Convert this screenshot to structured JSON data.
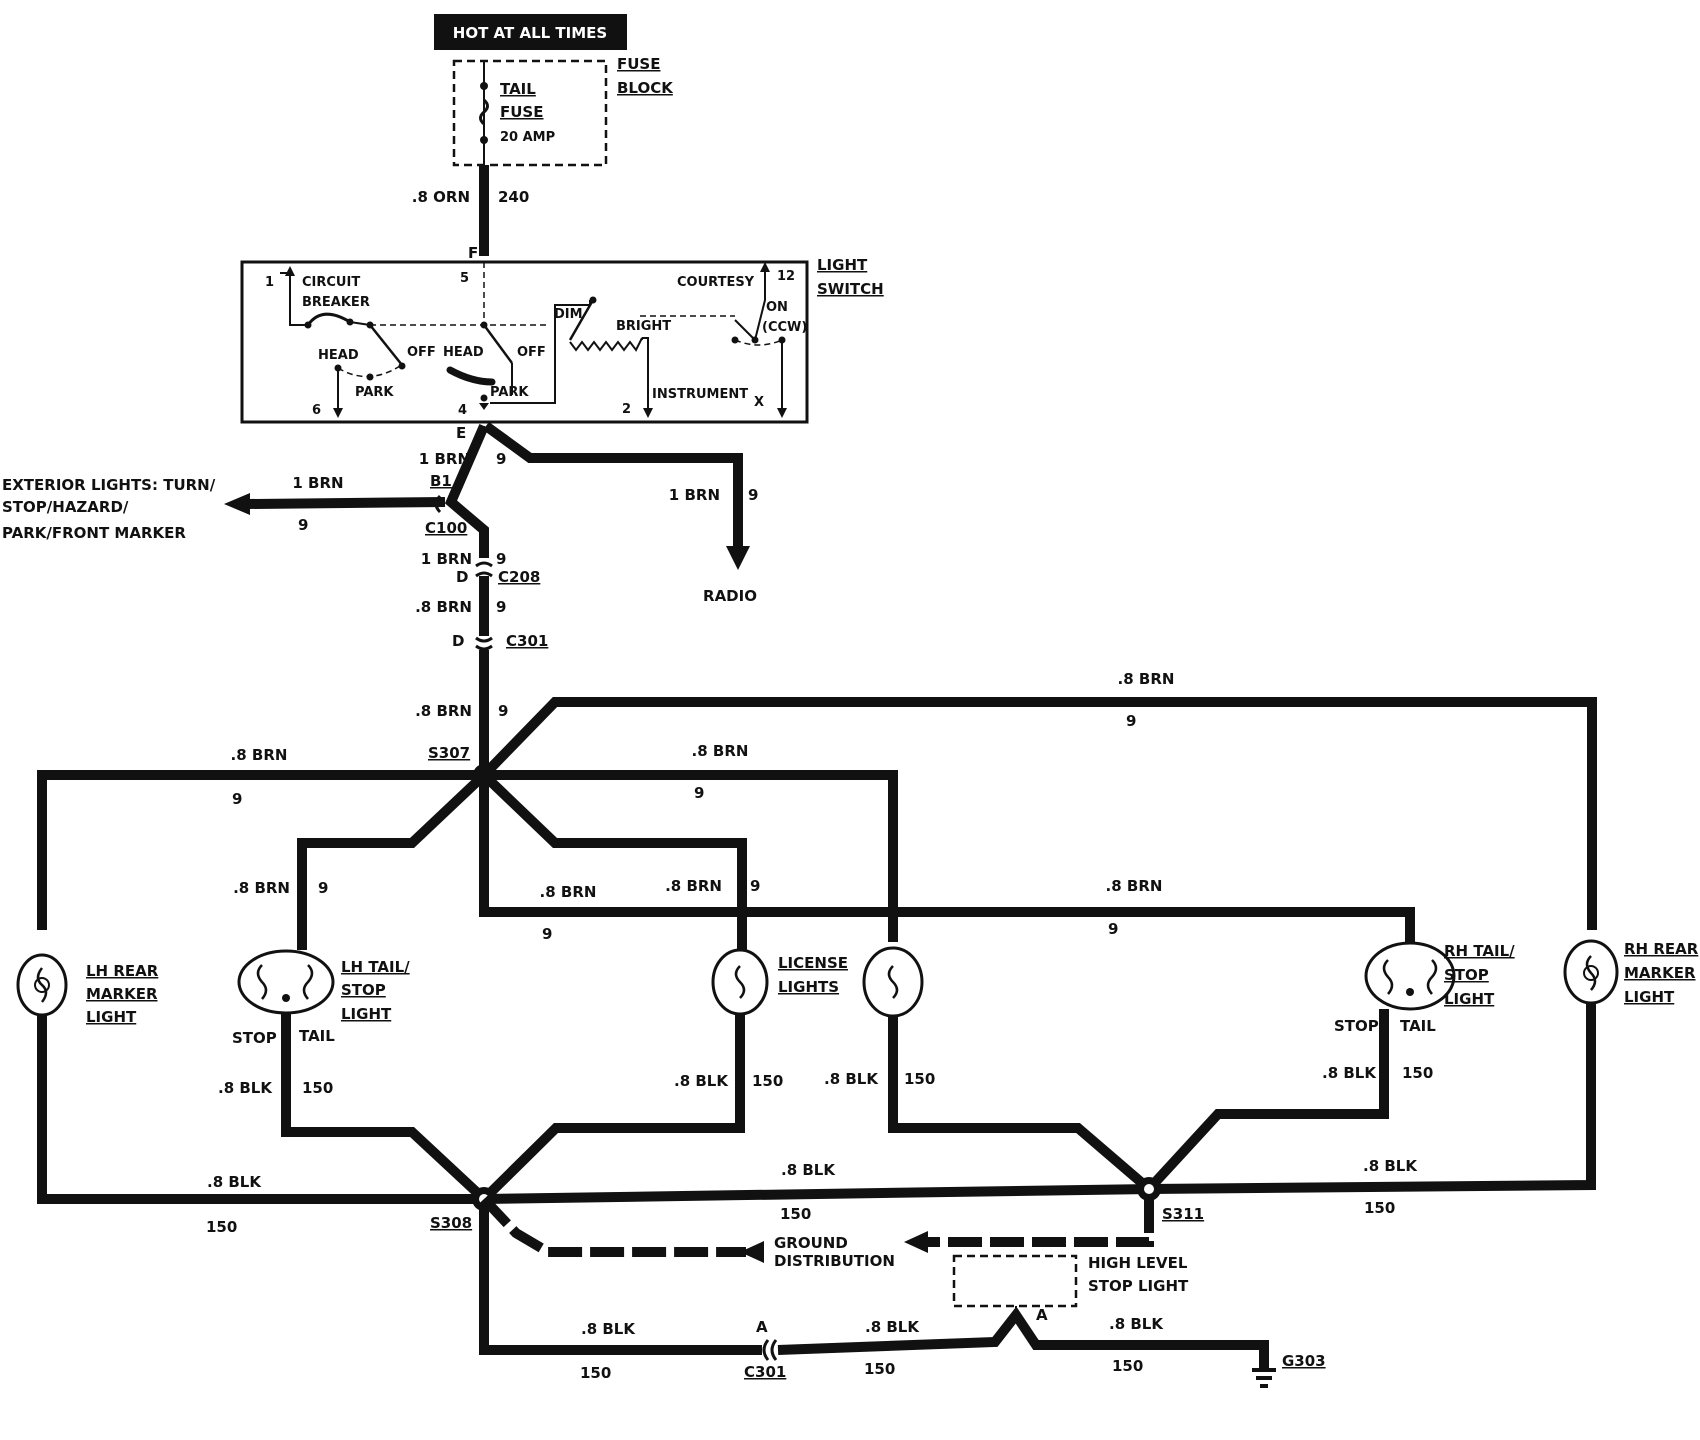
{
  "header": {
    "hot_label": "HOT AT ALL TIMES"
  },
  "fuse_block": {
    "label_1": "FUSE",
    "label_2": "BLOCK",
    "fuse_label_1": "TAIL",
    "fuse_label_2": "FUSE",
    "rating": "20 AMP"
  },
  "feed_wire": {
    "gauge": ".8 ORN",
    "circuit": "240",
    "pin": "F"
  },
  "light_switch": {
    "label_1": "LIGHT",
    "label_2": "SWITCH",
    "circuit_breaker_1": "CIRCUIT",
    "circuit_breaker_2": "BREAKER",
    "courtesy": "COURTESY",
    "dim": "DIM",
    "bright": "BRIGHT",
    "on": "ON",
    "ccw": "(CCW)",
    "instrument": "INSTRUMENT",
    "head_1": "HEAD",
    "off_1": "OFF",
    "park_1": "PARK",
    "head_2": "HEAD",
    "off_2": "OFF",
    "park_2": "PARK",
    "pin_1": "1",
    "pin_5": "5",
    "pin_12": "12",
    "pin_6": "6",
    "pin_4": "4",
    "pin_2": "2",
    "pin_x": "X"
  },
  "upper_wires": {
    "pin_e": "E",
    "w1_gauge": "1 BRN",
    "w1_circuit": "9",
    "ext_gauge": "1 BRN",
    "ext_circuit": "9",
    "conn_b1": "B1",
    "conn_c100": "C100",
    "radio_gauge": "1 BRN",
    "radio_circuit": "9",
    "radio_label": "RADIO",
    "w2_gauge": "1 BRN",
    "w2_circuit": "9",
    "pin_d1": "D",
    "conn_c208": "C208",
    "w3_gauge": ".8 BRN",
    "w3_circuit": "9",
    "pin_d2": "D",
    "conn_c301": "C301",
    "w4_gauge": ".8 BRN",
    "w4_circuit": "9"
  },
  "exterior": {
    "line_1": "EXTERIOR LIGHTS: TURN/",
    "line_2": "STOP/HAZARD/",
    "line_3": "PARK/FRONT MARKER"
  },
  "splices": {
    "s307": "S307",
    "s308": "S308",
    "s311": "S311"
  },
  "brn_wires": {
    "far_right_gauge": ".8 BRN",
    "far_right_circuit": "9",
    "lh_marker_gauge": ".8 BRN",
    "lh_marker_circuit": "9",
    "mid_right_gauge": ".8 BRN",
    "mid_right_circuit": "9",
    "lh_tail_gauge": ".8 BRN",
    "lh_tail_circuit": "9",
    "down_gauge": ".8 BRN",
    "down_circuit": "9",
    "license_gauge": ".8 BRN",
    "license_circuit": "9",
    "rh_tail_gauge": ".8 BRN",
    "rh_tail_circuit": "9"
  },
  "lamps": {
    "lh_marker_1": "LH REAR",
    "lh_marker_2": "MARKER",
    "lh_marker_3": "LIGHT",
    "lh_tail_1": "LH TAIL/",
    "lh_tail_2": "STOP",
    "lh_tail_3": "LIGHT",
    "license_1": "LICENSE",
    "license_2": "LIGHTS",
    "rh_tail_1": "RH TAIL/",
    "rh_tail_2": "STOP",
    "rh_tail_3": "LIGHT",
    "rh_marker_1": "RH REAR",
    "rh_marker_2": "MARKER",
    "rh_marker_3": "LIGHT",
    "stop_l": "STOP",
    "tail_l": "TAIL",
    "stop_r": "STOP",
    "tail_r": "TAIL"
  },
  "blk_wires": {
    "lh_tail_gauge": ".8 BLK",
    "lh_tail_circuit": "150",
    "license_gauge": ".8 BLK",
    "license_circuit": "150",
    "mid_gauge": ".8 BLK",
    "mid_circuit": "150",
    "rh_tail_gauge": ".8 BLK",
    "rh_tail_circuit": "150",
    "lh_ground_gauge": ".8 BLK",
    "lh_ground_circuit": "150",
    "center_gauge": ".8 BLK",
    "center_circuit": "150",
    "rh_ground_gauge": ".8 BLK",
    "rh_ground_circuit": "150",
    "bottom1_gauge": ".8 BLK",
    "bottom1_circuit": "150",
    "bottom2_gauge": ".8 BLK",
    "bottom2_circuit": "150",
    "bottom3_gauge": ".8 BLK",
    "bottom3_circuit": "150"
  },
  "ground": {
    "distribution_1": "GROUND",
    "distribution_2": "DISTRIBUTION",
    "high_level_1": "HIGH LEVEL",
    "high_level_2": "STOP LIGHT",
    "pin_a1": "A",
    "conn_c301": "C301",
    "pin_a2": "A",
    "g303": "G303"
  }
}
